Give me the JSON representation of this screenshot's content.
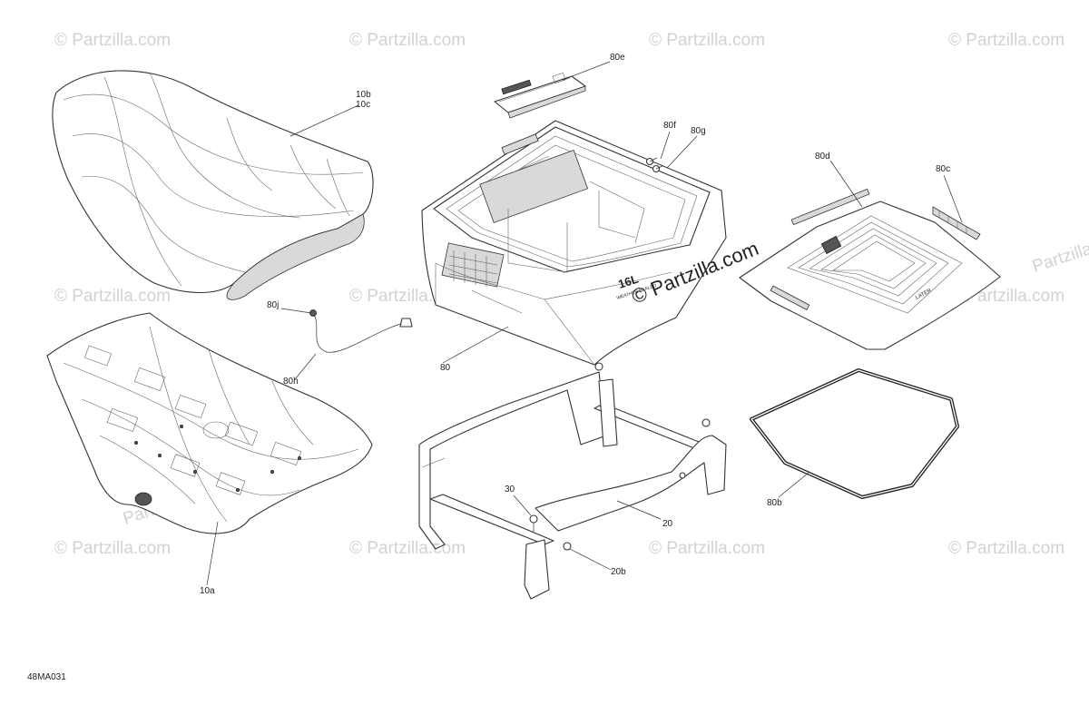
{
  "watermark": {
    "text": "© Partzilla.com",
    "center_text": "© Partzilla.com",
    "tilted_text": "Partzilla.com"
  },
  "diagram_code": "48MA031",
  "box_decal": {
    "capacity": "16L",
    "subtitle": "WEATHER SEALED"
  },
  "mat_logo": "LATER",
  "callouts": {
    "c10b": "10b",
    "c10c": "10c",
    "c10a": "10a",
    "c80e": "80e",
    "c80f": "80f",
    "c80g": "80g",
    "c80d": "80d",
    "c80c": "80c",
    "c80j": "80j",
    "c80h": "80h",
    "c80": "80",
    "c80b": "80b",
    "c30": "30",
    "c20": "20",
    "c20b": "20b"
  }
}
